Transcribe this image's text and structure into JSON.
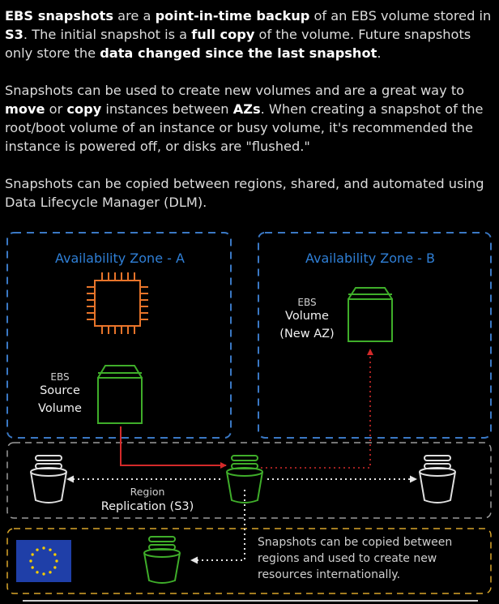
{
  "intro": {
    "p1": [
      "EBS snapshots",
      " are a ",
      "point-in-time backup",
      " of an EBS volume stored in ",
      "S3",
      ". The initial snapshot is a ",
      "full copy",
      " of the volume. Future snapshots only store the ",
      "data changed since the last snapshot",
      "."
    ],
    "p2": [
      "Snapshots can be used to create new volumes and are a great way to ",
      "move",
      " or ",
      "copy",
      " instances between ",
      "AZs",
      ". When creating a snapshot of the root/boot volume of an instance or busy volume, it's recommended the instance is powered off, or disks are \"flushed.\""
    ],
    "p3": "Snapshots can be copied between regions, shared, and automated using Data Lifecycle Manager (DLM)."
  },
  "diagram": {
    "zone_a": "Availability Zone - A",
    "zone_b": "Availability Zone - B",
    "source": {
      "service": "EBS",
      "line1": "Source",
      "line2": "Volume"
    },
    "new_vol": {
      "service": "EBS",
      "line1": "Volume",
      "line2": "(New AZ)"
    },
    "region": "Region",
    "replication": "Replication (S3)",
    "note": [
      "Snapshots can be copied between",
      "regions and used to create new",
      "resources internationally."
    ]
  },
  "colors": {
    "az_border": "#3a78c4",
    "region_border": "#9a9a9a",
    "intl_border": "#d9a62a",
    "ec2": "#e8742a",
    "ebs": "#3fae2a",
    "arrow_red": "#d42a2a",
    "eu_blue": "#1f3fa8",
    "eu_star": "#f5cc00"
  }
}
